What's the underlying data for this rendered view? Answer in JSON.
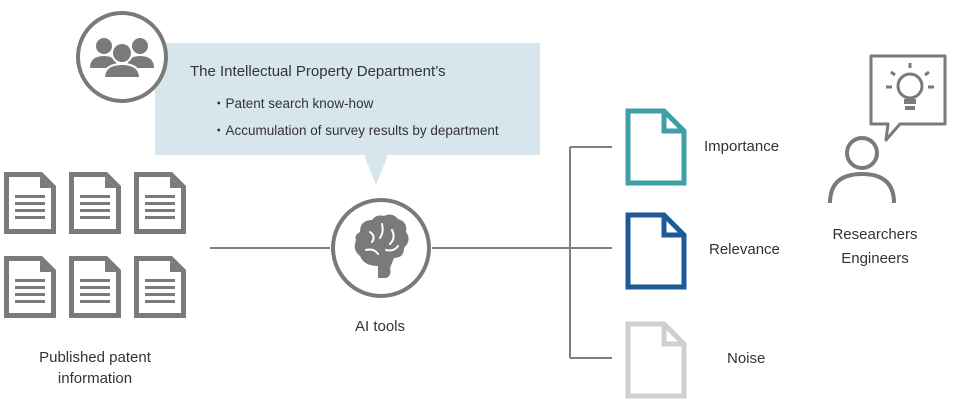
{
  "callout": {
    "title": "The Intellectual Property Department’s",
    "bullets": [
      "・Patent search know-how",
      "・Accumulation of survey results by department"
    ]
  },
  "source": {
    "label_line1": "Published patent",
    "label_line2": "information"
  },
  "ai": {
    "label": "AI tools"
  },
  "outputs": [
    {
      "label": "Importance",
      "color": "#3f9ea6"
    },
    {
      "label": "Relevance",
      "color": "#1e5a96"
    },
    {
      "label": "Noise",
      "color": "#cfcfcf"
    }
  ],
  "users": {
    "line1": "Researchers",
    "line2": "Engineers"
  },
  "colors": {
    "gray_icon": "#7a7a7a",
    "callout_bg": "#d7e5ec",
    "line": "#7f7f7f"
  },
  "icons": [
    "group-icon",
    "document-icon",
    "brain-icon",
    "person-icon",
    "lightbulb-icon"
  ]
}
